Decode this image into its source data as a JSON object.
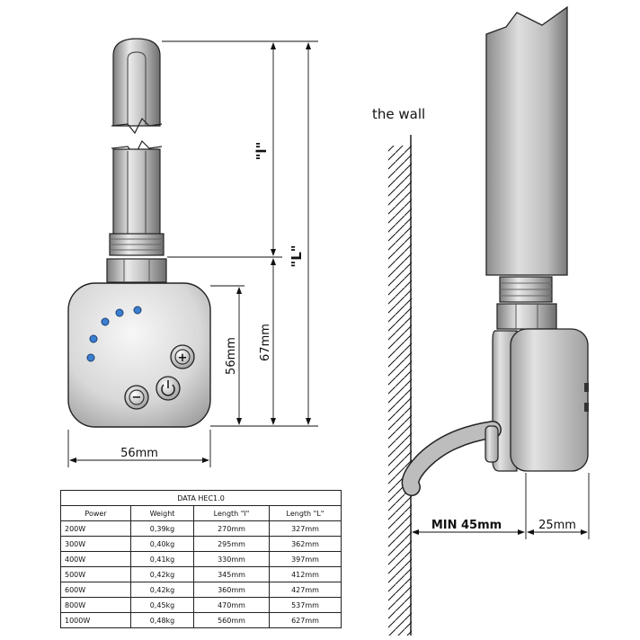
{
  "labels": {
    "the_wall": "the wall",
    "length_l_small": "\"l\"",
    "length_L_big": "\"L\"",
    "body_height": "56mm",
    "total_height": "67mm",
    "body_width": "56mm",
    "min_gap": "MIN 45mm",
    "depth": "25mm"
  },
  "table": {
    "title": "DATA HEC1.0",
    "headers": [
      "Power",
      "Weight",
      "Length \"l\"",
      "Length \"L\""
    ],
    "rows": [
      [
        "200W",
        "0,39kg",
        "270mm",
        "327mm"
      ],
      [
        "300W",
        "0,40kg",
        "295mm",
        "362mm"
      ],
      [
        "400W",
        "0,41kg",
        "330mm",
        "397mm"
      ],
      [
        "500W",
        "0,42kg",
        "345mm",
        "412mm"
      ],
      [
        "600W",
        "0,42kg",
        "360mm",
        "427mm"
      ],
      [
        "800W",
        "0,45kg",
        "470mm",
        "537mm"
      ],
      [
        "1000W",
        "0,48kg",
        "560mm",
        "627mm"
      ]
    ]
  },
  "buttons": {
    "plus": "+",
    "minus": "−"
  },
  "colors": {
    "metal_light": "#eeeeee",
    "metal_dark": "#8a8a8a",
    "led_blue": "#3b7fd1",
    "line": "#111111"
  },
  "icons": [
    "plus-icon",
    "minus-icon",
    "power-icon",
    "led-icon",
    "wall-hatch"
  ]
}
